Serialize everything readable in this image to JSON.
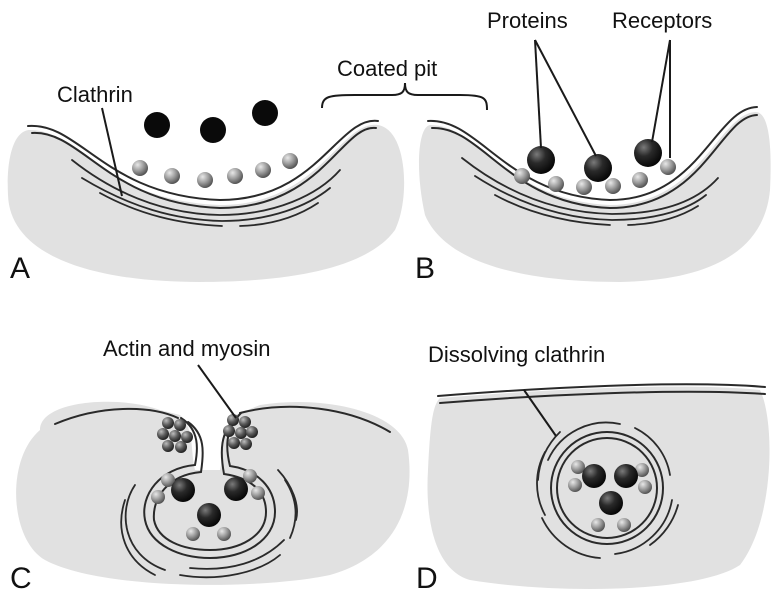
{
  "labels": {
    "clathrin": "Clathrin",
    "coated_pit": "Coated pit",
    "proteins": "Proteins",
    "receptors": "Receptors",
    "actin_myosin": "Actin and myosin",
    "dissolving_clathrin": "Dissolving clathrin"
  },
  "panels": {
    "a": "A",
    "b": "B",
    "c": "C",
    "d": "D"
  },
  "colors": {
    "cell_fill": "#e1e1e1",
    "membrane": "#2a2a2a",
    "protein": "#1c1c1c",
    "receptor": "#9a9a9a",
    "actin_myosin": "#555555"
  }
}
